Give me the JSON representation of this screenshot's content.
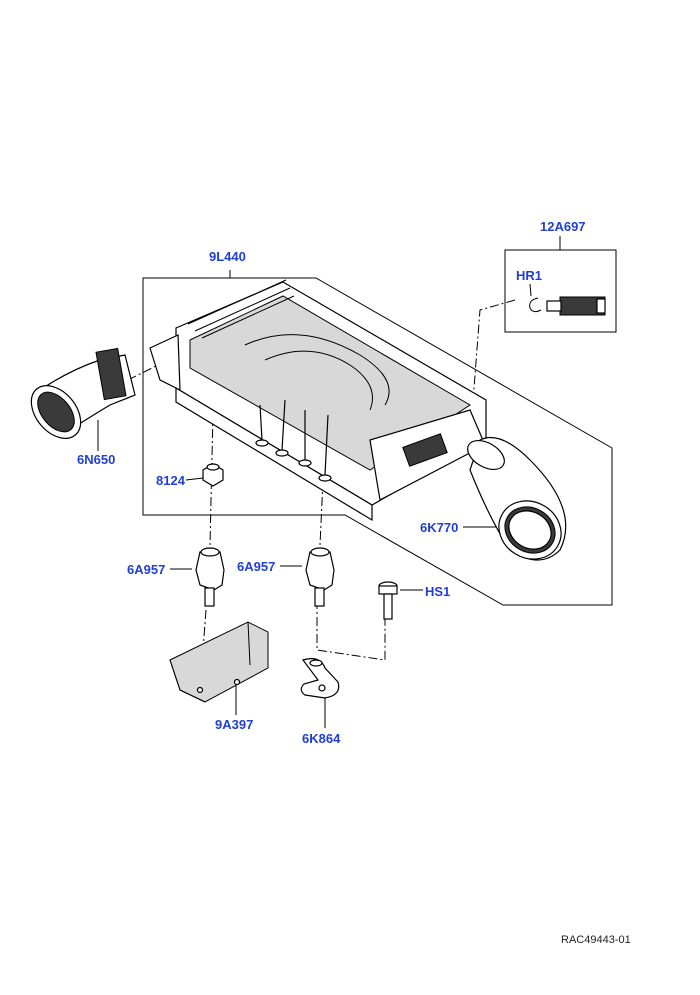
{
  "diagram": {
    "reference_id": "RAC49443-01",
    "accent_color": "#1f3fd6",
    "callouts": {
      "c12A697": "12A697",
      "cHR1": "HR1",
      "c9L440": "9L440",
      "c6N650": "6N650",
      "c8124": "8124",
      "c6K770": "6K770",
      "c6A957a": "6A957",
      "c6A957b": "6A957",
      "cHS1": "HS1",
      "c9A397": "9A397",
      "c6K864": "6K864"
    }
  }
}
